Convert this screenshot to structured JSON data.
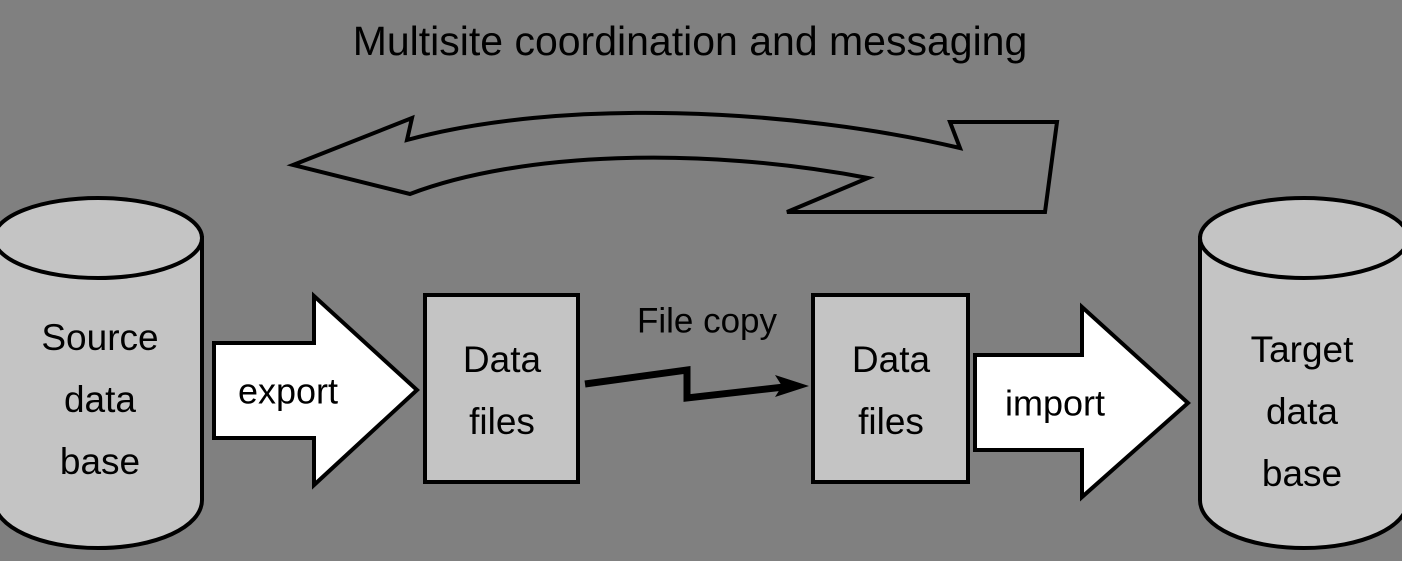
{
  "diagram": {
    "title": "Multisite coordination and messaging",
    "background_color": "#808080",
    "node_fill_color": "#c0c0c0",
    "arrow_fill_color": "#ffffff",
    "stroke_color": "#000000",
    "nodes": [
      {
        "id": "source-database",
        "shape": "cylinder",
        "lines": [
          "Source",
          "data",
          "base"
        ]
      },
      {
        "id": "data-files-source",
        "shape": "rectangle",
        "lines": [
          "Data",
          "files"
        ]
      },
      {
        "id": "data-files-target",
        "shape": "rectangle",
        "lines": [
          "Data",
          "files"
        ]
      },
      {
        "id": "target-database",
        "shape": "cylinder",
        "lines": [
          "Target",
          "data",
          "base"
        ]
      }
    ],
    "arrows": [
      {
        "id": "export-arrow",
        "label": "export",
        "style": "block-arrow",
        "direction": "right",
        "from": "source-database",
        "to": "data-files-source"
      },
      {
        "id": "file-copy-arrow",
        "label": "File copy",
        "style": "line-arrow",
        "direction": "right",
        "from": "data-files-source",
        "to": "data-files-target"
      },
      {
        "id": "import-arrow",
        "label": "import",
        "style": "block-arrow",
        "direction": "right",
        "from": "data-files-target",
        "to": "target-database"
      },
      {
        "id": "coordination-arrow",
        "label": "Multisite coordination and messaging",
        "style": "curved-block-arrow",
        "direction": "bidirectional",
        "from": "source-database",
        "to": "target-database"
      }
    ]
  }
}
